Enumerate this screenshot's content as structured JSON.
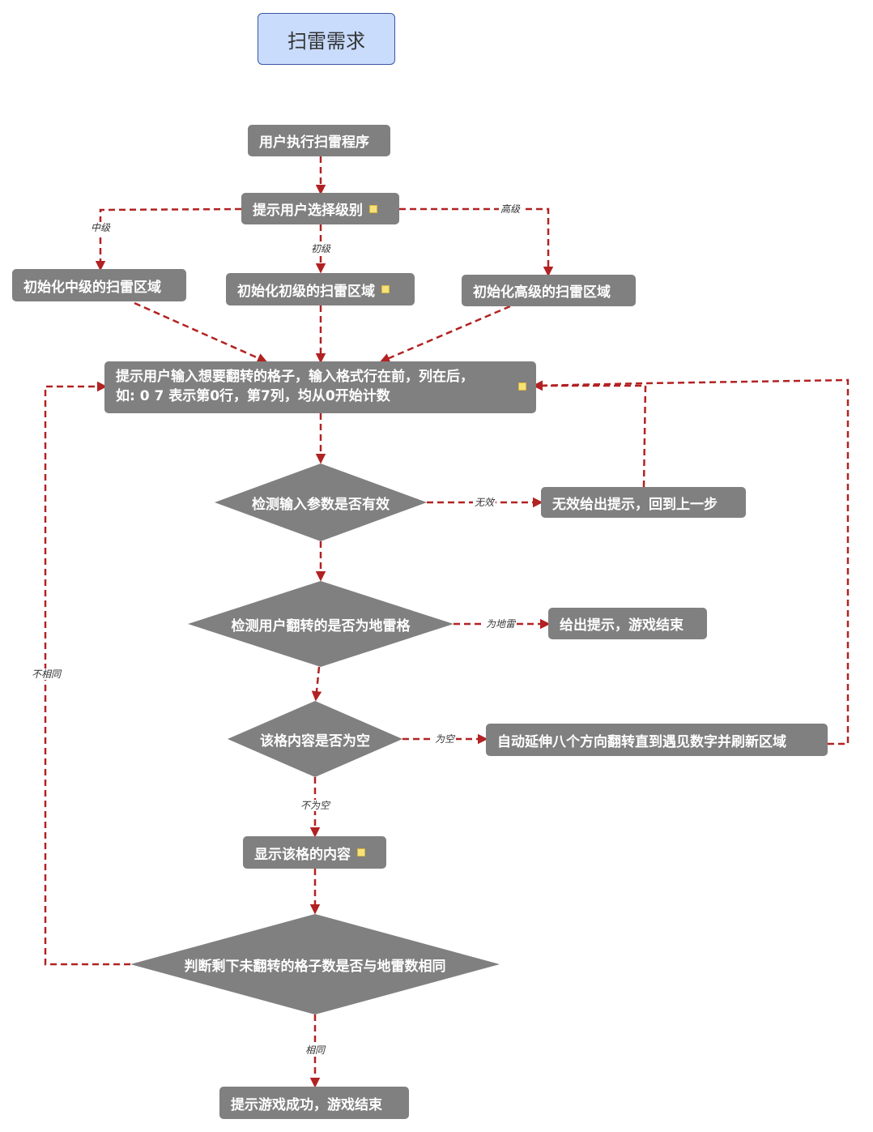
{
  "title": "扫雷需求",
  "nodes": {
    "start": "用户执行扫雷程序",
    "choose_level": "提示用户选择级别",
    "init_mid": "初始化中级的扫雷区域",
    "init_low": "初始化初级的扫雷区域",
    "init_high": "初始化高级的扫雷区域",
    "input_prompt_line1": "提示用户输入想要翻转的格子，输入格式行在前，列在后，",
    "input_prompt_line2": "如: 0 7 表示第0行，第7列，均从0开始计数",
    "check_valid": "检测输入参数是否有效",
    "invalid_hint": "无效给出提示，回到上一步",
    "check_mine": "检测用户翻转的是否为地雷格",
    "game_over": "给出提示，游戏结束",
    "check_empty": "该格内容是否为空",
    "auto_expand": "自动延伸八个方向翻转直到遇见数字并刷新区域",
    "show_content": "显示该格的内容",
    "check_win": "判断剩下未翻转的格子数是否与地雷数相同",
    "win": "提示游戏成功，游戏结束"
  },
  "edge_labels": {
    "mid": "中级",
    "low": "初级",
    "high": "高级",
    "invalid": "无效",
    "is_mine": "为地雷",
    "is_empty": "为空",
    "not_empty": "不为空",
    "same": "相同",
    "not_same": "不相同"
  },
  "colors": {
    "node_fill": "#808080",
    "node_text": "#ffffff",
    "edge": "#b22222",
    "title_fill": "#c9dcfc",
    "title_border": "#3a56a8",
    "note_icon": "#f7e27a"
  }
}
